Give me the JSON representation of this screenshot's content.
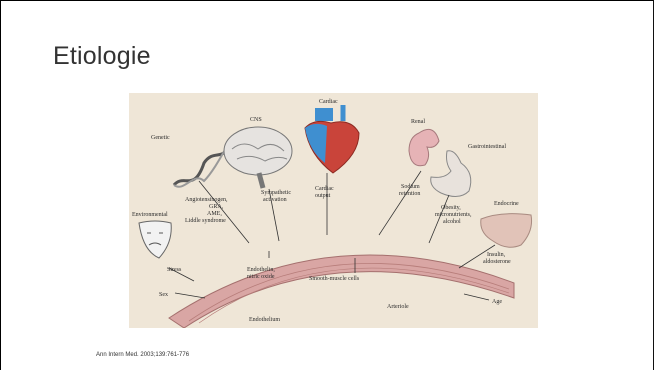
{
  "slide": {
    "title": "Etiologie",
    "citation": "Ann Intern Med. 2003;139:761-776"
  },
  "figure": {
    "labels": {
      "cardiac": "Cardiac",
      "cns": "CNS",
      "renal": "Renal",
      "genetic": "Genetic",
      "gastrointestinal": "Gastrointestinal",
      "environmental": "Environmental",
      "endocrine": "Endocrine",
      "sympathetic": [
        "Sympathetic",
        "activation"
      ],
      "cardiac_output": [
        "Cardiac",
        "output"
      ],
      "sodium": [
        "Sodium",
        "retention"
      ],
      "angiotensinogen": [
        "Angiotensinogen,",
        "GRA,",
        "AME,"
      ],
      "liddle": "Liddle syndrome",
      "obesity": [
        "Obesity,",
        "micronutrients,",
        "alcohol"
      ],
      "insulin": [
        "Insulin,",
        "aldosterone"
      ],
      "stress": "Stress",
      "endothelin": [
        "Endothelin,",
        "nitric oxide"
      ],
      "smooth_muscle": "Smooth-muscle cells",
      "sex": "Sex",
      "age": "Age",
      "arteriole": "Arteriole",
      "endothelium": "Endothelium"
    },
    "colors": {
      "background": "#efe6d7",
      "vessel": "#d9a6a4",
      "vessel_stroke": "#a5706e",
      "heart_red": "#c9443a",
      "heart_blue": "#3f8fd0"
    }
  }
}
